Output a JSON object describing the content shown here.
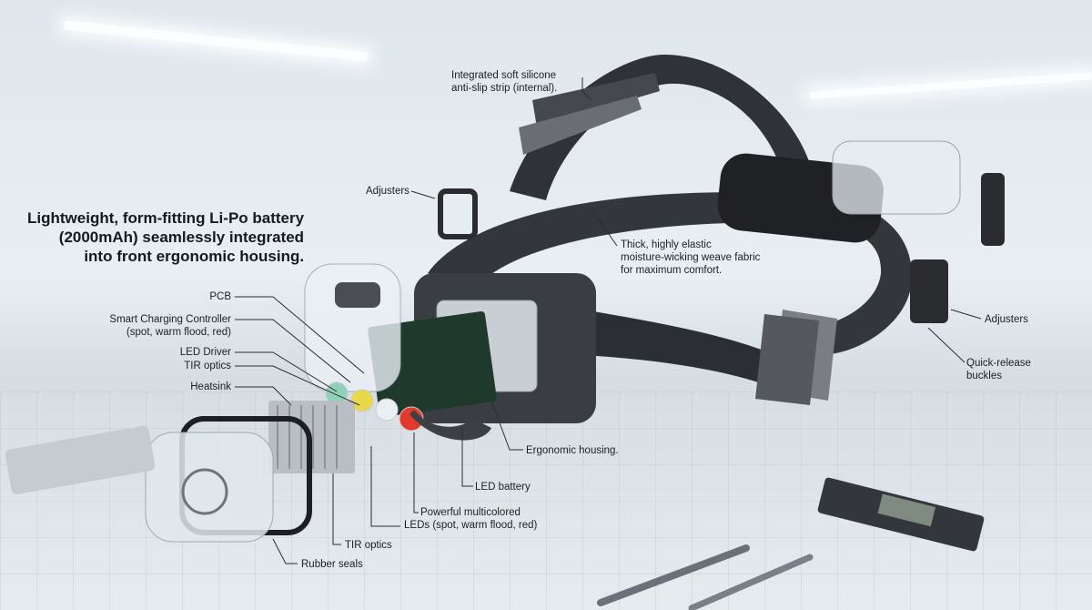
{
  "headline": [
    "Lightweight, form-fitting Li-Po battery",
    "(2000mAh) seamlessly integrated",
    "into front ergonomic housing."
  ],
  "labels": {
    "silicone": [
      "Integrated soft silicone",
      "anti-slip strip (internal)."
    ],
    "adjusters_left": "Adjusters",
    "fabric": [
      "Thick, highly elastic",
      "moisture-wicking weave fabric",
      "for maximum comfort."
    ],
    "adjusters_right": "Adjusters",
    "buckles": [
      "Quick-release",
      "buckles"
    ],
    "pcb": "PCB",
    "charging": [
      "Smart Charging Controller",
      "(spot, warm flood, red)"
    ],
    "driver": "LED Driver",
    "tir_top": "TIR optics",
    "heatsink": "Heatsink",
    "housing": "Ergonomic housing.",
    "battery": "LED battery",
    "leds": [
      "Powerful multicolored",
      "LEDs (spot, warm flood, red)"
    ],
    "tir_bottom": "TIR optics",
    "seals": "Rubber seals"
  },
  "colors": {
    "strap": "#2b2e33",
    "housing": "#3a3d42",
    "led_red": "#e23b2e",
    "led_yellow": "#e8d84a",
    "led_green": "#8fd0b8"
  }
}
